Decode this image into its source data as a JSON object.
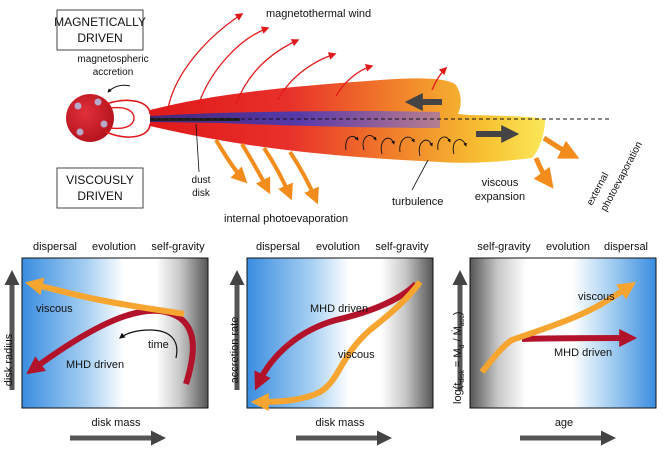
{
  "top": {
    "box_magnetic": [
      "MAGNETICALLY",
      "DRIVEN"
    ],
    "box_viscous": [
      "VISCOUSLY",
      "DRIVEN"
    ],
    "magnetospheric": [
      "magnetospheric",
      "accretion"
    ],
    "wind": "magnetothermal wind",
    "dust_disk": [
      "dust",
      "disk"
    ],
    "photoevap_internal": "internal photoevaporation",
    "turbulence": "turbulence",
    "viscous_expansion": [
      "viscous",
      "expansion"
    ],
    "photoevap_external": [
      "external",
      "photoevaporation"
    ]
  },
  "panels": [
    {
      "top_labels": [
        "dispersal",
        "evolution",
        "self-gravity"
      ],
      "ylabel": "disk radius",
      "xlabel": "disk mass",
      "curves": [
        "viscous",
        "MHD driven"
      ],
      "extra": "time"
    },
    {
      "top_labels": [
        "dispersal",
        "evolution",
        "self-gravity"
      ],
      "ylabel": "accretion rate",
      "xlabel": "disk mass",
      "curves": [
        "MHD driven",
        "viscous"
      ]
    },
    {
      "top_labels": [
        "self-gravity",
        "evolution",
        "dispersal"
      ],
      "ylabel": "log(t",
      "xlabel": "age",
      "curves": [
        "viscous",
        "MHD driven"
      ]
    }
  ],
  "colors": {
    "mhd": "#b3122b",
    "viscous": "#f7a531",
    "arrow_dark": "#444444",
    "wind_red": "#e0191b",
    "photo_orange": "#f28c1c",
    "blue": "#3a8de0"
  }
}
